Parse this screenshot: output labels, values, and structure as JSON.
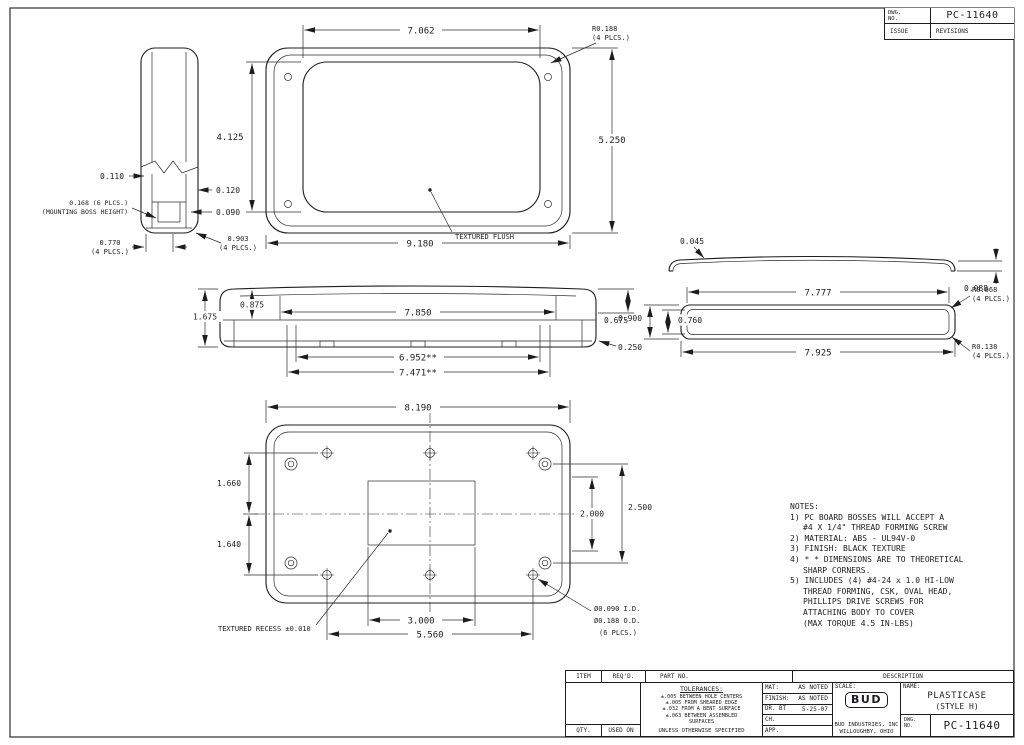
{
  "header": {
    "dwg_label": "DWG.",
    "no_label": "NO.",
    "dwg_no": "PC-11640",
    "issue": "ISSUE",
    "revisions": "REVISIONS"
  },
  "front_view": {
    "dim_top": "7.062",
    "radius": "R0.188",
    "radius_plcs": "(4 PLCS.)",
    "dim_left": "4.125",
    "dim_right": "5.250",
    "dim_bottom": "9.180",
    "flush_note": "TEXTURED FLUSH"
  },
  "side_view": {
    "dim_wall": "0.110",
    "dim_lip": "0.120",
    "dim_step": "0.090",
    "boss_height": "0.168 (6 PLCS.)",
    "boss_height2": "(MOUNTING BOSS HEIGHT)",
    "dim_0770": "0.770",
    "dim_0770_plcs": "(4 PLCS.)",
    "dim_0903": "0.903",
    "dim_0903_plcs": "(4 PLCS.)"
  },
  "profile_view": {
    "dim_0875": "0.875",
    "dim_1675": "1.675",
    "dim_7850": "7.850",
    "dim_0675": "0.675",
    "dim_0250": "0.250",
    "dim_6952": "6.952**",
    "dim_7471": "7.471**"
  },
  "cover_profile": {
    "dim_0045": "0.045",
    "dim_0088": "0.088"
  },
  "cover_view": {
    "dim_7777": "7.777",
    "radius_top": "R0.068",
    "radius_top_plcs": "(4 PLCS.)",
    "dim_0900": "0.900",
    "dim_0760": "0.760",
    "dim_7925": "7.925",
    "radius_bottom": "R0.138",
    "radius_bottom_plcs": "(4 PLCS.)"
  },
  "bottom_view": {
    "dim_top": "8.190",
    "dim_1660": "1.660",
    "dim_1640": "1.640",
    "dim_2000": "2.000",
    "dim_2500": "2.500",
    "dim_3000": "3.000",
    "dim_5560": "5.560",
    "recess_note": "TEXTURED RECESS ±0.010",
    "hole_id": "Ø0.090 I.D.",
    "hole_od": "Ø0.188 O.D.",
    "hole_plcs": "(6 PLCS.)"
  },
  "notes": {
    "lines": [
      "NOTES:",
      "1) PC BOARD BOSSES WILL ACCEPT A",
      "#4 X 1/4\" THREAD FORMING SCREW",
      "2) MATERIAL: ABS - UL94V-0",
      "3) FINISH: BLACK TEXTURE",
      "4) * * DIMENSIONS ARE TO THEORETICAL",
      "SHARP CORNERS.",
      "5) INCLUDES (4) #4-24 x 1.0 HI-LOW",
      "THREAD FORMING, CSK, OVAL HEAD,",
      "PHILLIPS DRIVE SCREWS FOR",
      "ATTACHING BODY TO COVER",
      "(MAX TORQUE 4.5 IN-LBS)"
    ]
  },
  "title_block": {
    "item": "ITEM",
    "reqd": "REQ'D.",
    "part_no": "PART NO.",
    "description": "DESCRIPTION",
    "qty": "QTY.",
    "used_on": "USED ON",
    "tolerances_title": "TOLERANCES:",
    "tolerances": [
      "±.005 BETWEEN HOLE CENTERS",
      "±.005 FROM SHEARED EDGE",
      "±.032 FROM A BENT SURFACE",
      "±.063 BETWEEN ASSEMBLED",
      "SURFACES"
    ],
    "unless": "UNLESS OTHERWISE SPECIFIED",
    "mat_label": "MAT:",
    "mat_value": "AS NOTED",
    "finish_label": "FINISH:",
    "finish_value": "AS NOTED",
    "dr_label": "DR. BT",
    "dr_date": "5-25-07",
    "ch_label": "CH.",
    "app_label": "APP.",
    "scale_label": "SCALE:",
    "logo": "BUD",
    "company": "BUD INDUSTRIES, INC",
    "city": "WILLOUGHBY, OHIO",
    "name_label": "NAME:",
    "product": "PLASTICASE",
    "style": "(STYLE H)",
    "dwg_label": "DWG.",
    "no_label": "NO.",
    "dwg_no": "PC-11640"
  }
}
